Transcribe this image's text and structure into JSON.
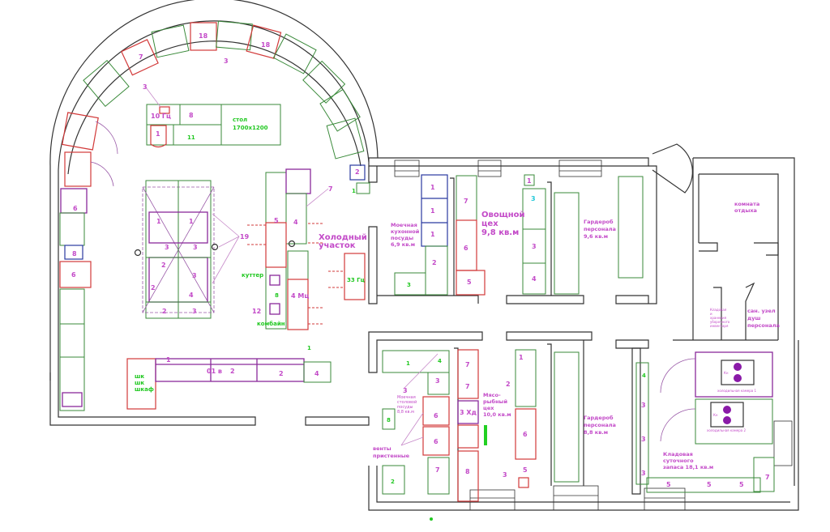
{
  "rooms": {
    "cold_section": [
      "Холодный",
      "участок"
    ],
    "kitchen_dish_wash": [
      "Моечная",
      "кухонной",
      "посуды",
      "6,9 кв.м"
    ],
    "vegetable_shop": [
      "Овощной",
      "цех",
      "9,8 кв.м"
    ],
    "wardrobe_1": [
      "Гардероб",
      "персонала",
      "9,6 кв.м"
    ],
    "rest_room": [
      "комната",
      "отдыха"
    ],
    "storage_cleaning": [
      "Кладовая",
      "и",
      "хранения",
      "уборочного",
      "инвентаря"
    ],
    "sanitary": [
      "сан. узел",
      "душ",
      "персонала"
    ],
    "table_dish_wash": [
      "Моечная",
      "столовой",
      "посуды",
      "8,8 кв.м"
    ],
    "meat_fish_shop": [
      "Мясо-",
      "рыбный",
      "цех",
      "10,0 кв.м"
    ],
    "wardrobe_2": [
      "Гардероб",
      "персонала",
      "8,8 кв.м"
    ],
    "daily_storage": [
      "Кладовая",
      "суточного",
      "запаса 18,1 кв.м"
    ],
    "fridge_1": "холодильная камера 1",
    "fridge_2": "холодильная камера 2"
  },
  "equipment_labels": {
    "table": [
      "стол",
      "1700x1200"
    ],
    "cutter": "куттер",
    "combine": "комбайн",
    "cabinet": [
      "шк",
      "шк",
      "шкаф"
    ],
    "hoods": [
      "венты",
      "пристенные"
    ],
    "n10gc": "10 Гц",
    "n4mc": "4 Мц",
    "n33gc": "33 Гц",
    "n01v": "01 в",
    "n3hd": "3 Хд",
    "fridge_unit": "Кн"
  },
  "numbers": [
    "18",
    "7",
    "3",
    "18",
    "3",
    "10 Гц",
    "8",
    "1",
    "11",
    "6",
    "8",
    "6",
    "1",
    "1",
    "3",
    "3",
    "2",
    "3",
    "2",
    "3",
    "2",
    "5",
    "4",
    "2",
    "2",
    "19",
    "5",
    "4",
    "7",
    "12",
    "8",
    "2",
    "1",
    "1",
    "1",
    "2",
    "3",
    "7",
    "6",
    "5",
    "1",
    "3",
    "3",
    "4",
    "1",
    "1",
    "4",
    "3",
    "3",
    "6",
    "6",
    "7",
    "2",
    "8",
    "7",
    "7",
    "6",
    "5",
    "3",
    "8",
    "1",
    "2",
    "4",
    "3",
    "3",
    "3",
    "5",
    "5",
    "5",
    "7",
    "1",
    "2",
    "3",
    "2",
    "4",
    "1",
    "1"
  ]
}
